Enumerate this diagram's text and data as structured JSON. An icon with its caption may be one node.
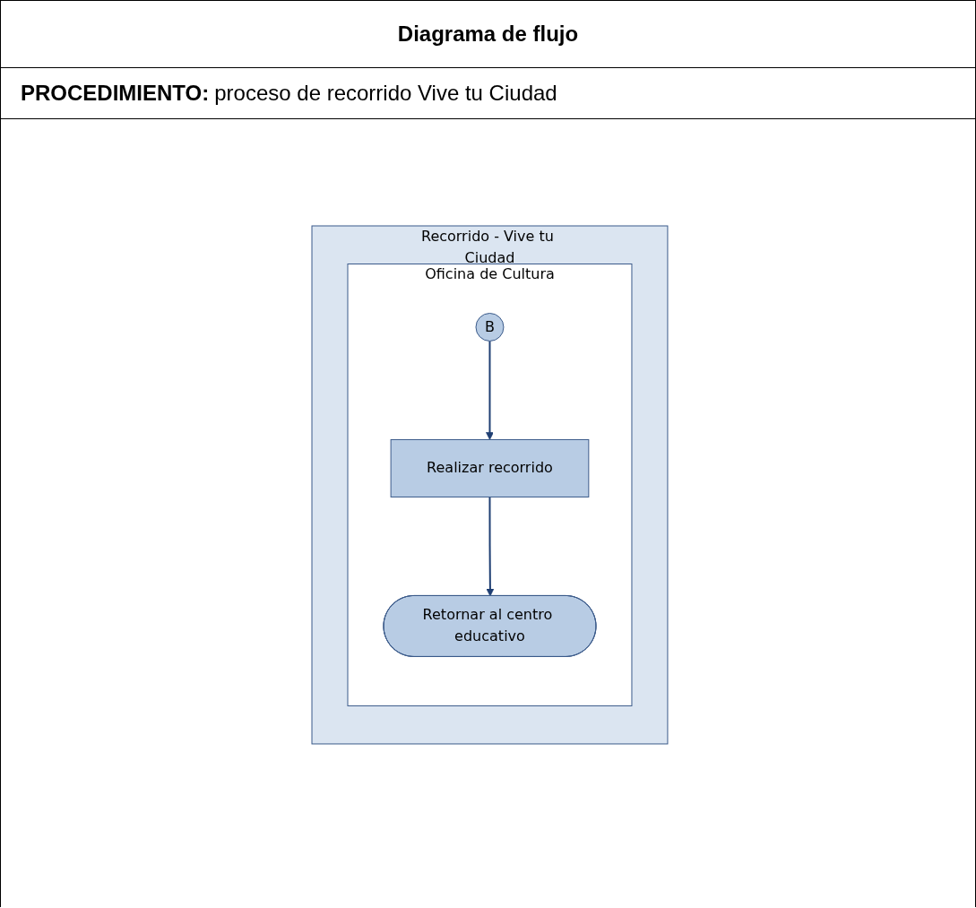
{
  "diagram": {
    "title": "Diagrama de flujo",
    "nodes": [
      {
        "text": [
          "Recorrido - Vive tu Ciudad"
        ]
      },
      {
        "text": [
          "Oficina de Cultura"
        ],
        "in": 0
      },
      {
        "text": [
          "B"
        ],
        "in": 1
      },
      {
        "text": [
          "Realizar recorrido"
        ],
        "in": 1
      },
      {
        "text": [
          "Retornar al centro educativo"
        ],
        "in": 1
      }
    ],
    "edges": [
      {
        "from": 2,
        "to": 3,
        "arrow": "to"
      },
      {
        "from": 3,
        "to": 4,
        "arrow": "to"
      }
    ],
    "labels": [
      "PROCEDIMIENTO:",
      "proceso de recorrido Vive tu Ciudad"
    ]
  }
}
